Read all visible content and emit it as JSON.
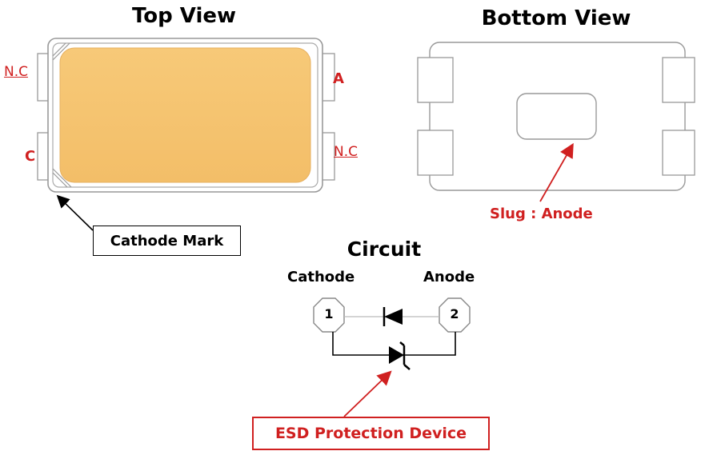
{
  "top_view": {
    "title": "Top View",
    "pin_nc_left": "N.C",
    "pin_a": "A",
    "pin_c": "C",
    "pin_nc_right": "N.C",
    "cathode_mark": "Cathode Mark"
  },
  "bottom_view": {
    "title": "Bottom View",
    "slug_label": "Slug : Anode"
  },
  "circuit": {
    "title": "Circuit",
    "cathode_label": "Cathode",
    "anode_label": "Anode",
    "node1": "1",
    "node2": "2",
    "esd_label": "ESD Protection Device"
  },
  "colors": {
    "accent_red": "#d02020",
    "led_yellow": "#f6c77a"
  }
}
